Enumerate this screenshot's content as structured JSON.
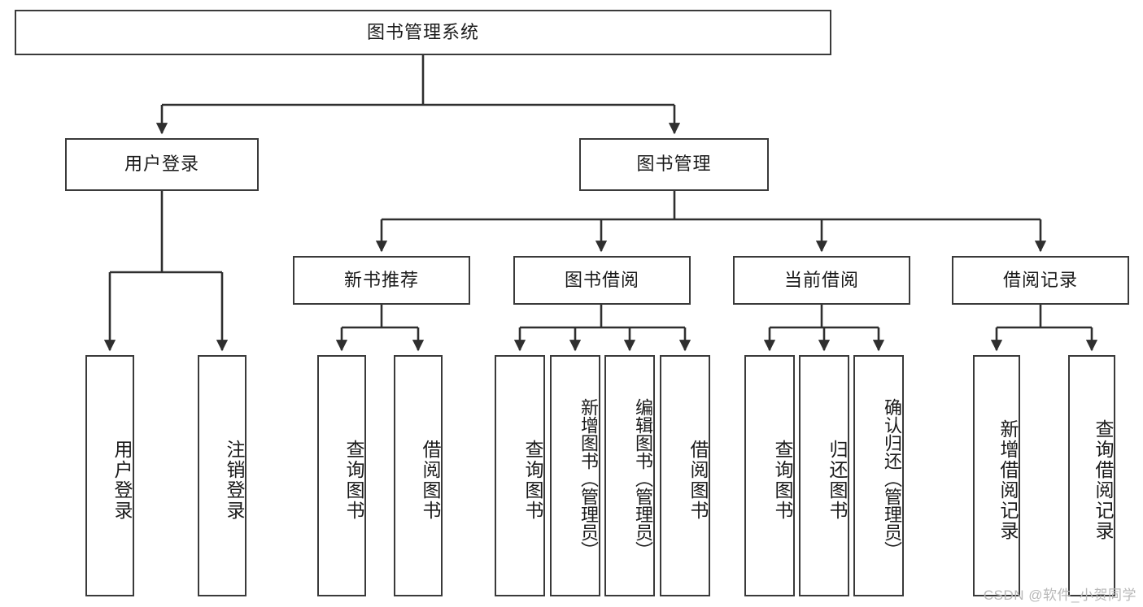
{
  "diagram": {
    "title": "图书管理系统",
    "type": "tree-hierarchy-diagram",
    "watermark": "CSDN @软件_小贺同学",
    "colors": {
      "background": "#ffffff",
      "box_border": "#3a3a3a",
      "box_fill": "#ffffff",
      "text": "#1a1a1a",
      "edge": "#2f2f2f",
      "watermark": "#b8b8b8"
    },
    "root": {
      "label": "图书管理系统"
    },
    "level1": [
      {
        "label": "用户登录"
      },
      {
        "label": "图书管理"
      }
    ],
    "level2": [
      {
        "label": "新书推荐"
      },
      {
        "label": "图书借阅"
      },
      {
        "label": "当前借阅"
      },
      {
        "label": "借阅记录"
      }
    ],
    "leaves": {
      "user_login": [
        {
          "label": "用户登录"
        },
        {
          "label": "注销登录"
        }
      ],
      "new_book_recommend": [
        {
          "label": "查询图书"
        },
        {
          "label": "借阅图书"
        }
      ],
      "book_borrow": [
        {
          "label": "查询图书"
        },
        {
          "label": "新增图书（管理员）"
        },
        {
          "label": "编辑图书（管理员）"
        },
        {
          "label": "借阅图书"
        }
      ],
      "current_borrow": [
        {
          "label": "查询图书"
        },
        {
          "label": "归还图书"
        },
        {
          "label": "确认归还（管理员）"
        }
      ],
      "borrow_record": [
        {
          "label": "新增借阅记录"
        },
        {
          "label": "查询借阅记录"
        }
      ]
    }
  }
}
